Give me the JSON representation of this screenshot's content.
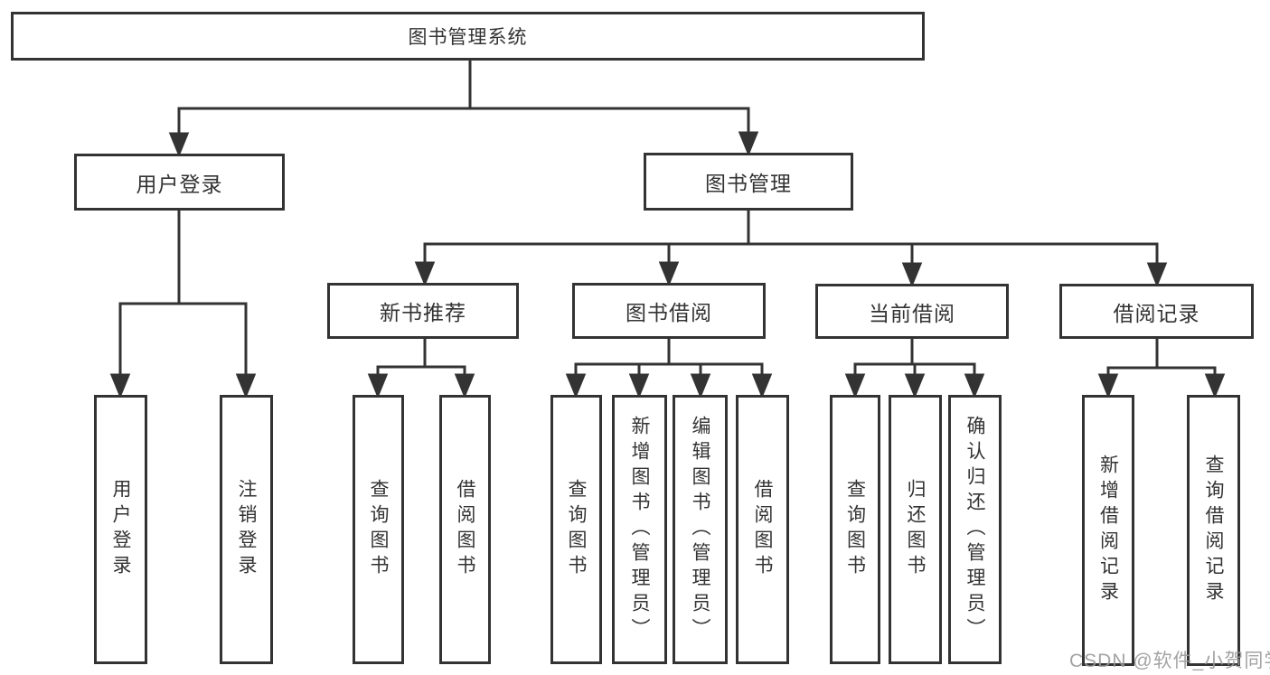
{
  "tree": {
    "label": "图书管理系统",
    "children": [
      {
        "label": "用户登录",
        "children": [
          {
            "label": "用户登录"
          },
          {
            "label": "注销登录"
          }
        ]
      },
      {
        "label": "图书管理",
        "children": [
          {
            "label": "新书推荐",
            "children": [
              {
                "label": "查询图书"
              },
              {
                "label": "借阅图书"
              }
            ]
          },
          {
            "label": "图书借阅",
            "children": [
              {
                "label": "查询图书"
              },
              {
                "label": "新增图书（管理员）"
              },
              {
                "label": "编辑图书（管理员）"
              },
              {
                "label": "借阅图书"
              }
            ]
          },
          {
            "label": "当前借阅",
            "children": [
              {
                "label": "查询图书"
              },
              {
                "label": "归还图书"
              },
              {
                "label": "确认归还（管理员）"
              }
            ]
          },
          {
            "label": "借阅记录",
            "children": [
              {
                "label": "新增借阅记录"
              },
              {
                "label": "查询借阅记录"
              }
            ]
          }
        ]
      }
    ]
  },
  "watermark": {
    "text": "CSDN @软件_小贺同学"
  },
  "colors": {
    "line": "#333333",
    "box_border": "#333333",
    "text": "#333333",
    "box_background": "#ffffff",
    "page_background": "#ffffff",
    "watermark": "#999999"
  }
}
